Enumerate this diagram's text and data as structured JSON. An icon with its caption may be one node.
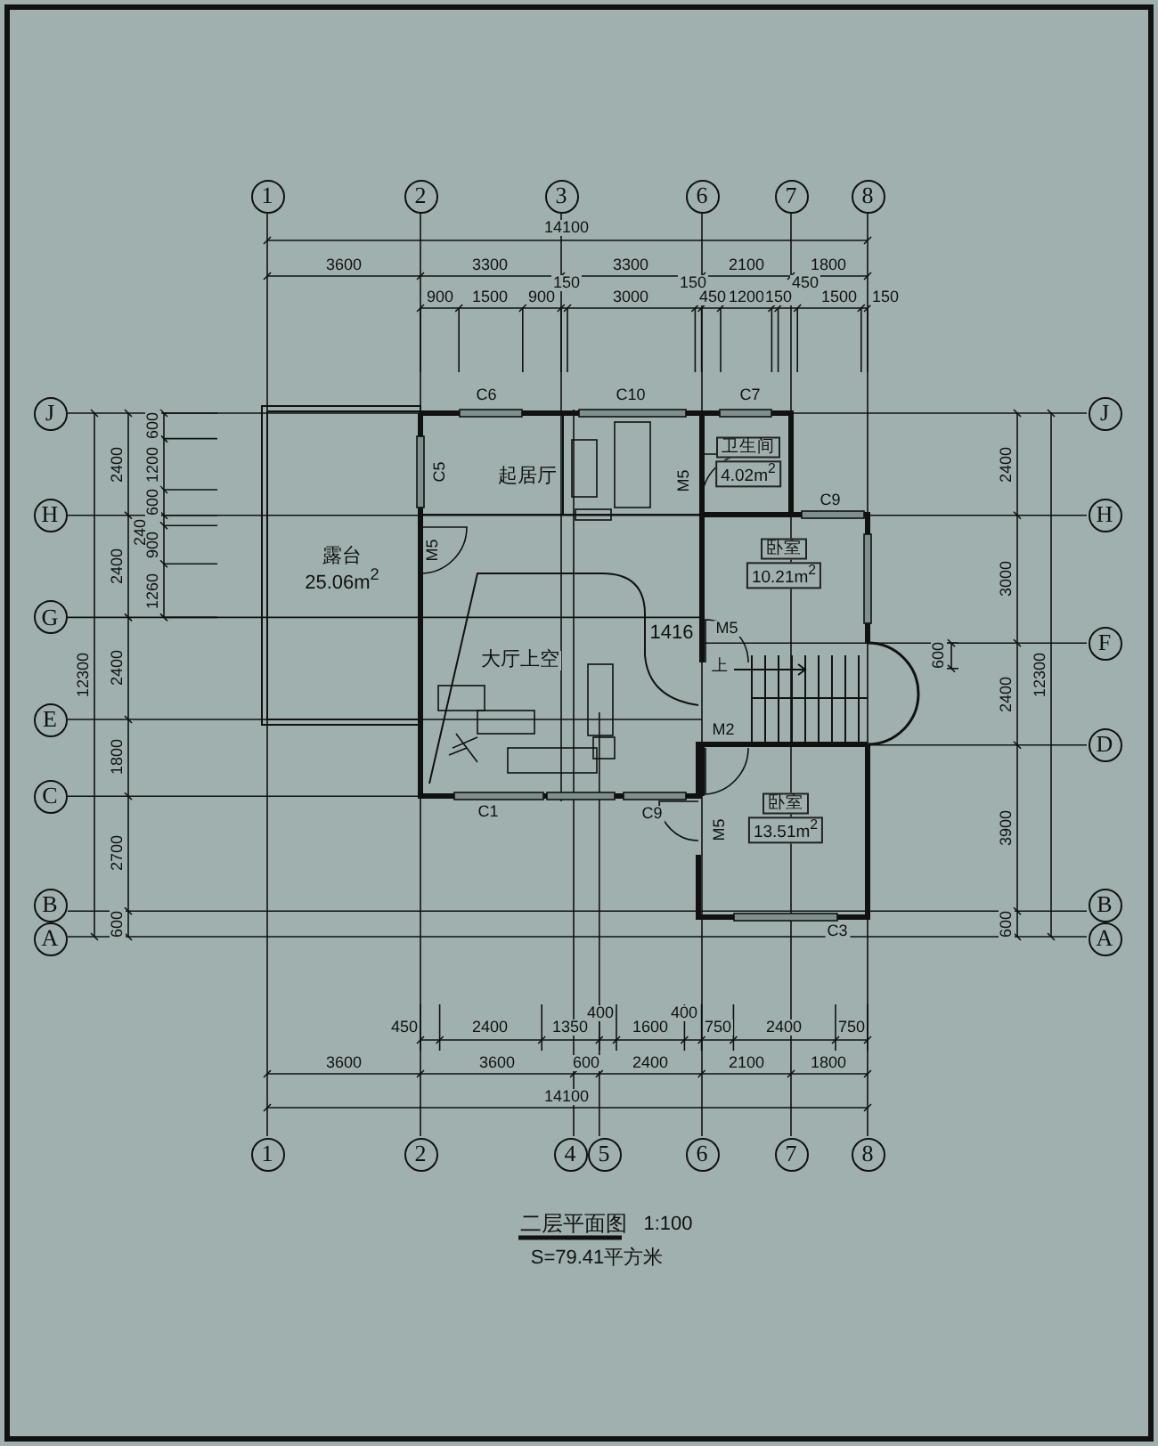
{
  "diagram": {
    "title": "二层平面图",
    "nodes": [
      {
        "text": [
          "1"
        ]
      },
      {
        "text": [
          "2"
        ]
      },
      {
        "text": [
          "3"
        ]
      },
      {
        "text": [
          "6"
        ]
      },
      {
        "text": [
          "7"
        ]
      },
      {
        "text": [
          "8"
        ]
      },
      {
        "text": [
          "J"
        ]
      },
      {
        "text": [
          "H"
        ]
      },
      {
        "text": [
          "G"
        ]
      },
      {
        "text": [
          "E"
        ]
      },
      {
        "text": [
          "C"
        ]
      },
      {
        "text": [
          "B"
        ]
      },
      {
        "text": [
          "A"
        ]
      },
      {
        "text": [
          "J"
        ]
      },
      {
        "text": [
          "H"
        ]
      },
      {
        "text": [
          "F"
        ]
      },
      {
        "text": [
          "D"
        ]
      },
      {
        "text": [
          "B"
        ]
      },
      {
        "text": [
          "A"
        ]
      },
      {
        "text": [
          "1"
        ]
      },
      {
        "text": [
          "2"
        ]
      },
      {
        "text": [
          "4"
        ]
      },
      {
        "text": [
          "5"
        ]
      },
      {
        "text": [
          "6"
        ]
      },
      {
        "text": [
          "7"
        ]
      },
      {
        "text": [
          "8"
        ]
      }
    ],
    "labels": [
      "14100",
      "3600",
      "3300",
      "3300",
      "2100",
      "1800",
      "900",
      "1500",
      "900",
      "150",
      "3000",
      "150",
      "450",
      "1200",
      "150",
      "450",
      "1500",
      "150",
      "C6",
      "C10",
      "C7",
      "C5",
      "起居厅",
      "M5",
      "卫生间",
      "4.02m$^{2}$",
      "C9",
      "露台",
      "25.06m$^{2}$",
      "M5",
      "卧室",
      "10.21m$^{2}$",
      "1416",
      "M5",
      "上",
      "大厅上空",
      "M2",
      "C1",
      "C9",
      "M5",
      "卧室",
      "13.51m$^{2}$",
      "C3",
      "12300",
      "2400",
      "2400",
      "2400",
      "1800",
      "2700",
      "600",
      "600",
      "1200",
      "600",
      "240",
      "900",
      "1260",
      "600",
      "2400",
      "3000",
      "2400",
      "3900",
      "600",
      "12300",
      "450",
      "2400",
      "1350",
      "400",
      "1600",
      "400",
      "750",
      "2400",
      "750",
      "3600",
      "3600",
      "600",
      "2400",
      "2100",
      "1800",
      "14100",
      "1:100",
      "S=79.41平方米"
    ]
  }
}
